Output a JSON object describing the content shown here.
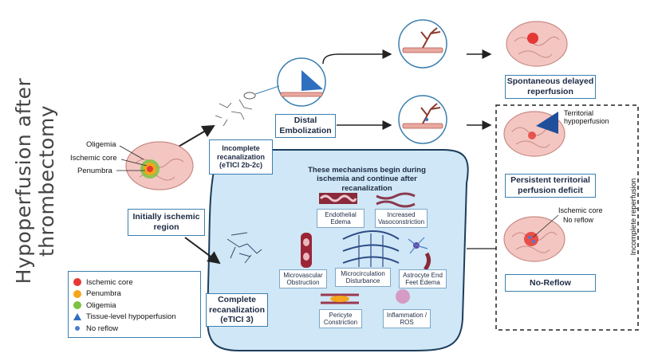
{
  "title": "Hypoperfusion after thrombectomy",
  "initial": {
    "labels": [
      "Oligemia",
      "Ischemic core",
      "Penumbra"
    ],
    "box": "Initially ischemic region"
  },
  "incomplete_box": "Incomplete recanalization (eTICI 2b-2c)",
  "distal_box": "Distal Embolization",
  "spontaneous_box": "Spontaneous delayed reperfusion",
  "territorial_label": "Territorial hypoperfusion",
  "persistent_box": "Persistent territorial perfusion deficit",
  "noreflow_labels": [
    "Ischemic core",
    "No reflow"
  ],
  "noreflow_box": "No-Reflow",
  "incomplete_reperfusion": "Incomplete reperfusion",
  "mechanisms_title": "These mechanisms begin during ischemia and continue after recanalization",
  "mechanisms": [
    "Endothelial Edema",
    "Increased Vasoconstriction",
    "Microvascular Obstruction",
    "Microcirculation Disturbance",
    "Astrocyte End Feet Edema",
    "Pericyte Constriction",
    "Inflammation / ROS"
  ],
  "complete_box": "Complete recanalization (eTICI 3)",
  "legend": [
    {
      "label": "Ischemic core",
      "color": "#e53935",
      "shape": "circle"
    },
    {
      "label": "Penumbra",
      "color": "#f4a51c",
      "shape": "circle"
    },
    {
      "label": "Oligemia",
      "color": "#7cc242",
      "shape": "circle"
    },
    {
      "label": "Tissue-level hypoperfusion",
      "color": "#2f6fc0",
      "shape": "triangle"
    },
    {
      "label": "No reflow",
      "color": "#4a7fd0",
      "shape": "small-circle"
    }
  ]
}
